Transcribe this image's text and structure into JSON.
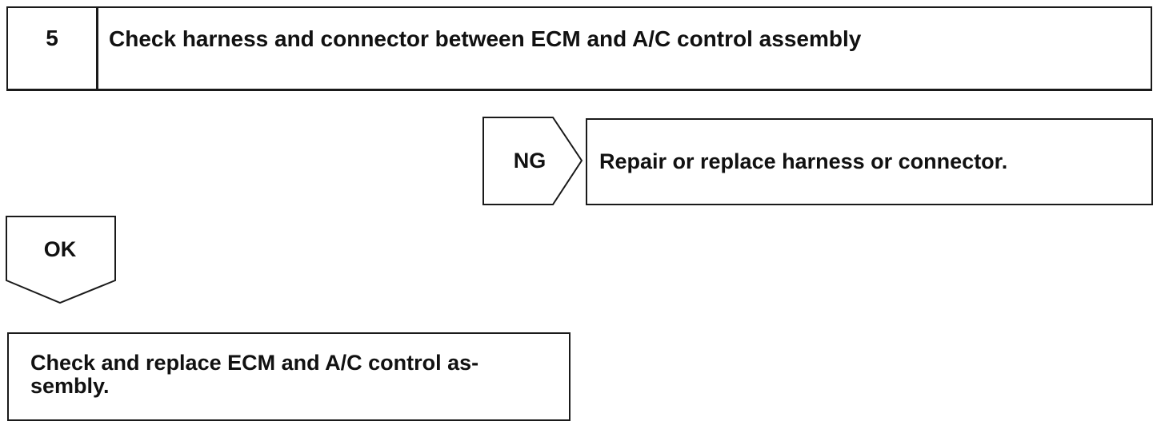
{
  "step": {
    "number": "5",
    "title": "Check harness and connector between ECM and A/C control assembly"
  },
  "ng_branch": {
    "label": "NG",
    "result": "Repair or replace harness or connector."
  },
  "ok_branch": {
    "label": "OK",
    "result": "Check and replace ECM and A/C control as-\nsembly."
  },
  "colors": {
    "line": "#1a1a1a",
    "background": "#ffffff"
  },
  "icons": {
    "ng_arrow": "right-pointing-pentagon",
    "ok_arrow": "down-pointing-pentagon"
  }
}
